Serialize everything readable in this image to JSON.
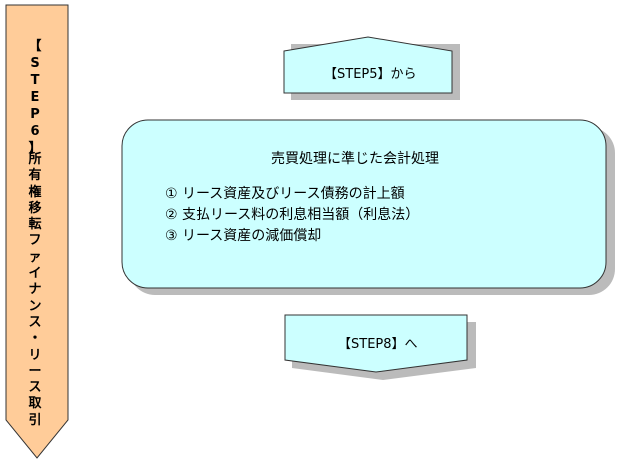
{
  "step_banner": {
    "step_label": [
      "【",
      "S",
      "T",
      "E",
      "P",
      "6",
      "】"
    ],
    "title_chars": [
      "所",
      "有",
      "権",
      "移",
      "転",
      "フ",
      "ァ",
      "イ",
      "ナ",
      "ン",
      "ス",
      "・",
      "リ",
      "ー",
      "ス",
      "取",
      "引"
    ],
    "fill": "#FFCC99"
  },
  "from_arrow": {
    "label": "【STEP5】から",
    "fill": "#CCFFFF"
  },
  "main_box": {
    "title": "売買処理に準じた会計処理",
    "items": [
      "① リース資産及びリース債務の計上額",
      "② 支払リース料の利息相当額（利息法）",
      "③ リース資産の減価償却"
    ],
    "fill": "#CCFFFF"
  },
  "to_arrow": {
    "label": "【STEP8】へ",
    "fill": "#CCFFFF"
  }
}
